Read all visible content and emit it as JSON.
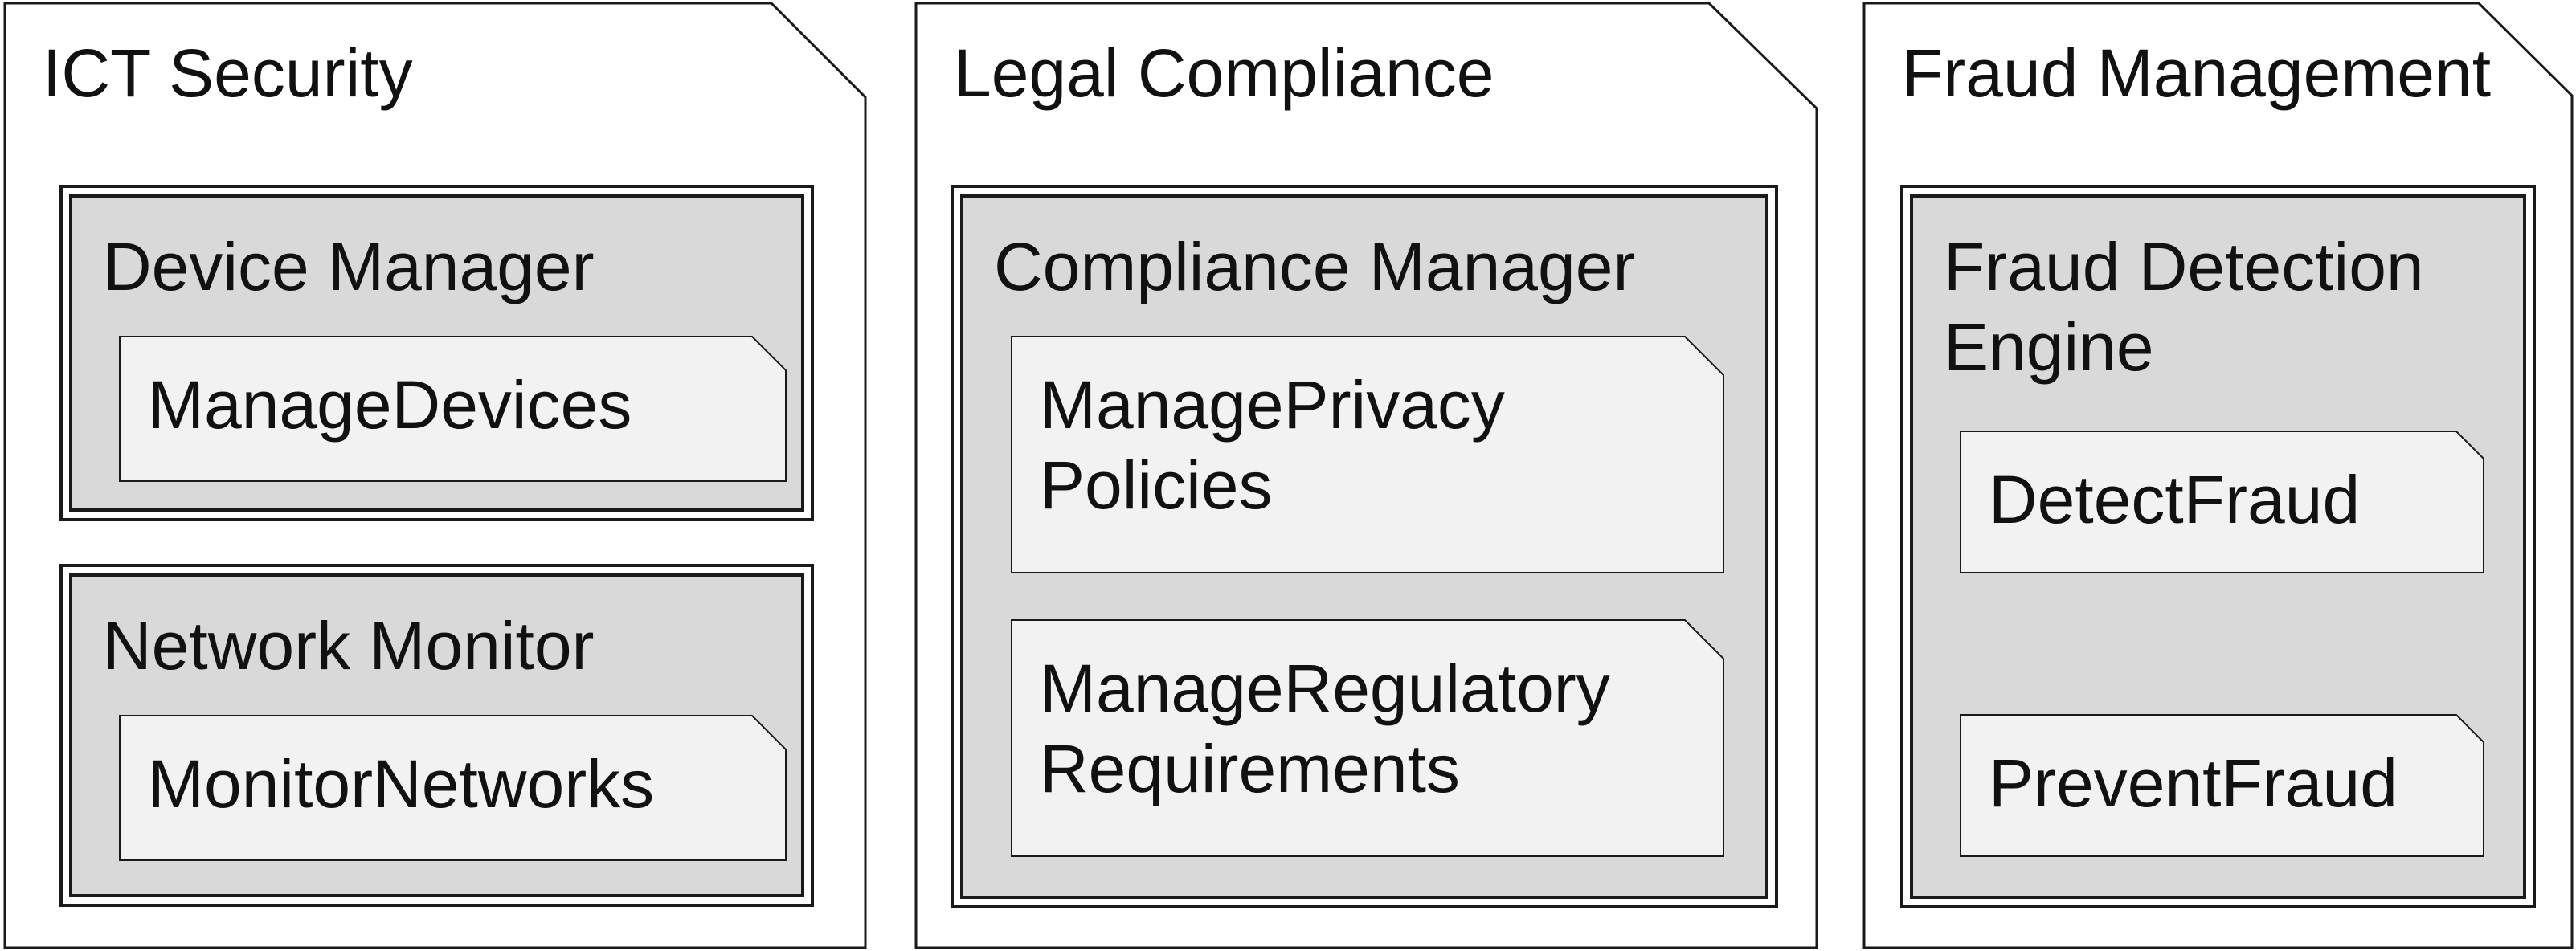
{
  "packages": [
    {
      "title": "ICT Security",
      "components": [
        {
          "title": "Device Manager",
          "operations": [
            "ManageDevices"
          ]
        },
        {
          "title": "Network Monitor",
          "operations": [
            "MonitorNetworks"
          ]
        }
      ]
    },
    {
      "title": "Legal Compliance",
      "components": [
        {
          "title": "Compliance Manager",
          "operations": [
            "ManagePrivacy\nPolicies",
            "ManageRegulatory\nRequirements"
          ]
        }
      ]
    },
    {
      "title": "Fraud Management",
      "components": [
        {
          "title": "Fraud Detection\nEngine",
          "operations": [
            "DetectFraud",
            "PreventFraud"
          ]
        }
      ]
    }
  ],
  "colors": {
    "package_fill": "#ffffff",
    "component_fill": "#d9d9d9",
    "operation_fill": "#f2f2f2",
    "stroke": "#1a1a1a"
  }
}
